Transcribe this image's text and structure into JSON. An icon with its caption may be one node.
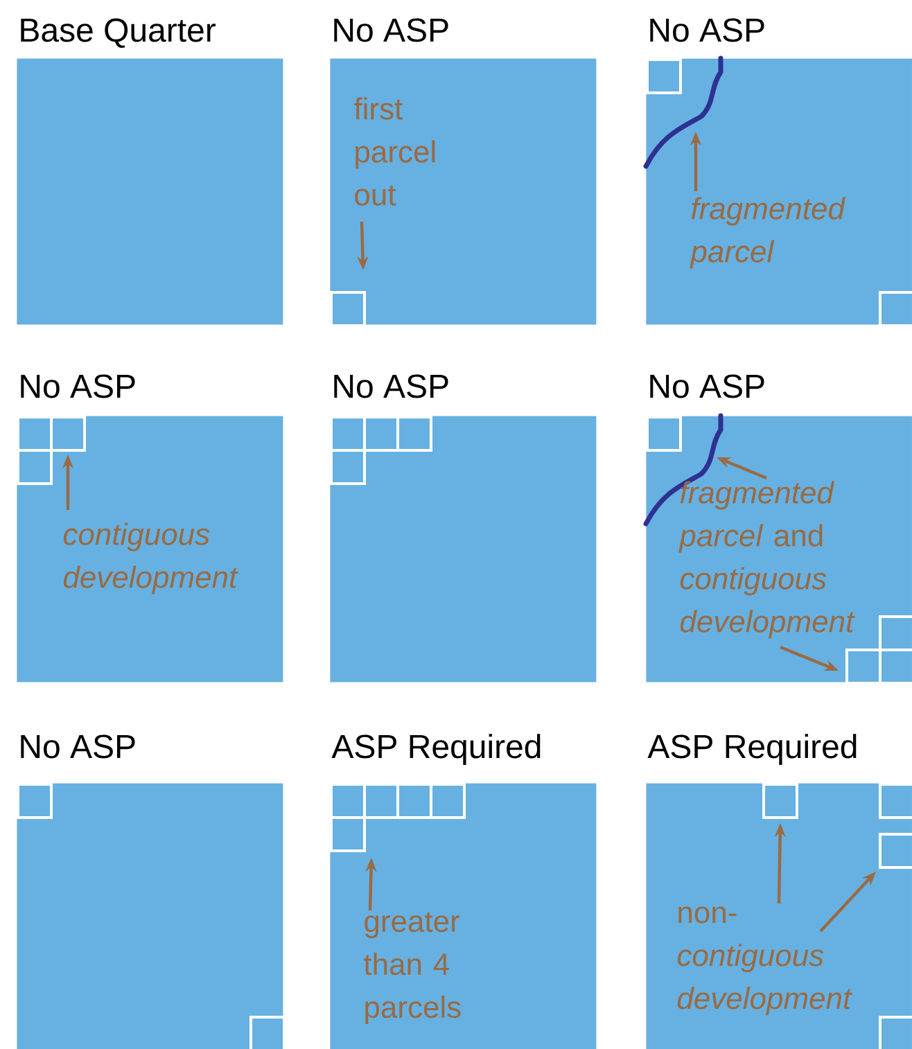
{
  "diagram": {
    "nodes": [
      {
        "text": [
          "Base Quarter"
        ]
      },
      {
        "text": [
          "No ASP"
        ]
      },
      {
        "text": [],
        "shape": "box",
        "in": 1
      },
      {
        "text": [
          "first parcel out"
        ],
        "in": 1
      },
      {
        "text": [
          "No ASP"
        ]
      },
      {
        "text": [],
        "shape": "box",
        "in": 4
      },
      {
        "text": [],
        "shape": "box",
        "in": 4
      },
      {
        "text": [
          "fragmented parcel"
        ],
        "in": 4
      },
      {
        "text": [
          "No ASP"
        ]
      },
      {
        "text": [],
        "shape": "box",
        "in": 8
      },
      {
        "text": [],
        "shape": "box",
        "in": 8
      },
      {
        "text": [],
        "shape": "box",
        "in": 8
      },
      {
        "text": [
          "contiguous development"
        ],
        "in": 8
      },
      {
        "text": [
          "No ASP"
        ]
      },
      {
        "text": [],
        "shape": "box",
        "in": 13
      },
      {
        "text": [],
        "shape": "box",
        "in": 13
      },
      {
        "text": [],
        "shape": "box",
        "in": 13
      },
      {
        "text": [],
        "shape": "box",
        "in": 13
      },
      {
        "text": [
          "No ASP"
        ]
      },
      {
        "text": [],
        "shape": "box",
        "in": 18
      },
      {
        "text": [
          "*fragmented parcel* and *contiguous development*"
        ],
        "in": 18
      },
      {
        "text": [],
        "shape": "box",
        "in": 18
      },
      {
        "text": [],
        "shape": "box",
        "in": 18
      },
      {
        "text": [],
        "shape": "box",
        "in": 18
      },
      {
        "text": [
          "No ASP"
        ]
      },
      {
        "text": [],
        "shape": "box",
        "in": 24
      },
      {
        "text": [],
        "shape": "box",
        "in": 24
      },
      {
        "text": [
          "ASP Required"
        ]
      },
      {
        "text": [],
        "shape": "box",
        "in": 27
      },
      {
        "text": [],
        "shape": "box",
        "in": 27
      },
      {
        "text": [],
        "shape": "box",
        "in": 27
      },
      {
        "text": [],
        "shape": "box",
        "in": 27
      },
      {
        "text": [],
        "shape": "box",
        "in": 27
      },
      {
        "text": [
          "greater than 4 parcels"
        ],
        "in": 27
      },
      {
        "text": [
          "ASP Required"
        ]
      },
      {
        "text": [],
        "shape": "box",
        "in": 34
      },
      {
        "text": [],
        "shape": "box",
        "in": 34
      },
      {
        "text": [],
        "shape": "box",
        "in": 34
      },
      {
        "text": [
          "non- *contiguous development*"
        ],
        "in": 34
      },
      {
        "text": [],
        "shape": "box",
        "in": 34
      }
    ],
    "edges": [
      {
        "from": 3,
        "to": 2,
        "arrow": "to"
      },
      {
        "from": 7,
        "to": null,
        "arrow": "to"
      },
      {
        "from": 12,
        "to": 10,
        "arrow": "to"
      },
      {
        "from": 20,
        "to": null,
        "arrow": "to"
      },
      {
        "from": 20,
        "to": 22,
        "arrow": "to"
      },
      {
        "from": 33,
        "to": 32,
        "arrow": "to"
      },
      {
        "from": 38,
        "to": 35,
        "arrow": "to"
      },
      {
        "from": 38,
        "to": 37,
        "arrow": "to"
      }
    ]
  }
}
